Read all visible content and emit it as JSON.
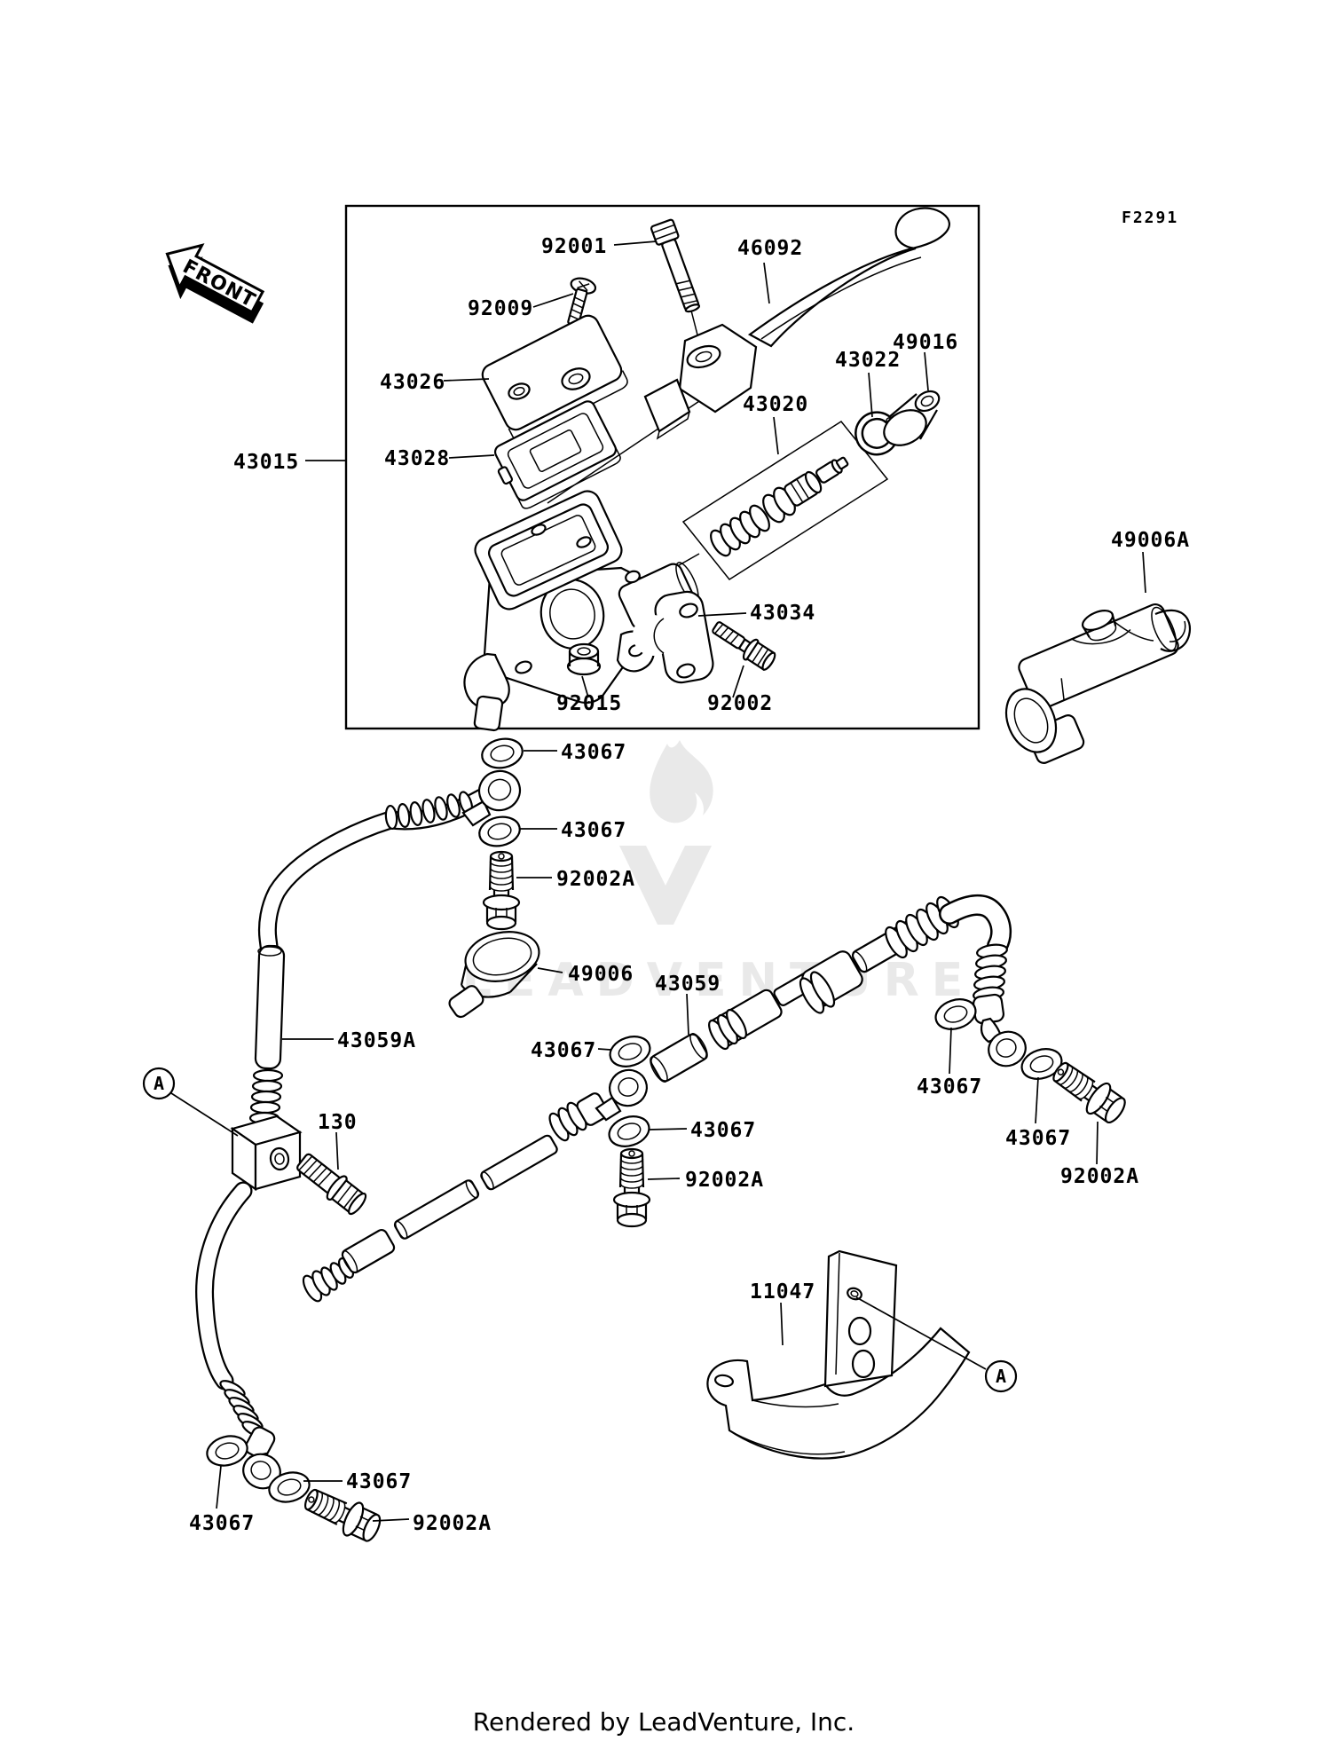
{
  "meta": {
    "figure_code": "F2291",
    "front_label": "FRONT",
    "watermark": "LEADVENTURE",
    "footer": "Rendered by LeadVenture, Inc."
  },
  "callouts": {
    "left": "A",
    "right": "A"
  },
  "labels": [
    {
      "text": "92001"
    },
    {
      "text": "46092"
    },
    {
      "text": "92009"
    },
    {
      "text": "43026"
    },
    {
      "text": "43028"
    },
    {
      "text": "43015"
    },
    {
      "text": "43020"
    },
    {
      "text": "43022"
    },
    {
      "text": "49016"
    },
    {
      "text": "43034"
    },
    {
      "text": "92015"
    },
    {
      "text": "92002"
    },
    {
      "text": "49006A"
    },
    {
      "text": "43067"
    },
    {
      "text": "43067"
    },
    {
      "text": "92002A"
    },
    {
      "text": "49006"
    },
    {
      "text": "43059"
    },
    {
      "text": "43067"
    },
    {
      "text": "43067"
    },
    {
      "text": "92002A"
    },
    {
      "text": "43059A"
    },
    {
      "text": "130"
    },
    {
      "text": "43067"
    },
    {
      "text": "43067"
    },
    {
      "text": "92002A"
    },
    {
      "text": "11047"
    },
    {
      "text": "43067"
    },
    {
      "text": "43067"
    },
    {
      "text": "92002A"
    }
  ]
}
